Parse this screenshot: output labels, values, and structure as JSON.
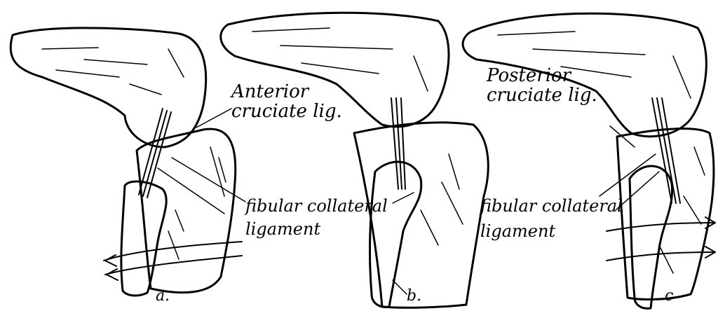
{
  "figure": {
    "labels": {
      "anterior_title": "Anterior",
      "anterior_sub": "cruciate lig.",
      "posterior_title": "Posterior",
      "posterior_sub": "cruciate lig.",
      "fibular_left": "fibular collateral",
      "ligament_left": "ligament",
      "fibular_right": "fibular collateral",
      "ligament_right": "ligament"
    },
    "panels": {
      "a": "a.",
      "b": "b.",
      "c": "c"
    },
    "colors": {
      "ink": "#000000",
      "paper": "#ffffff"
    }
  }
}
